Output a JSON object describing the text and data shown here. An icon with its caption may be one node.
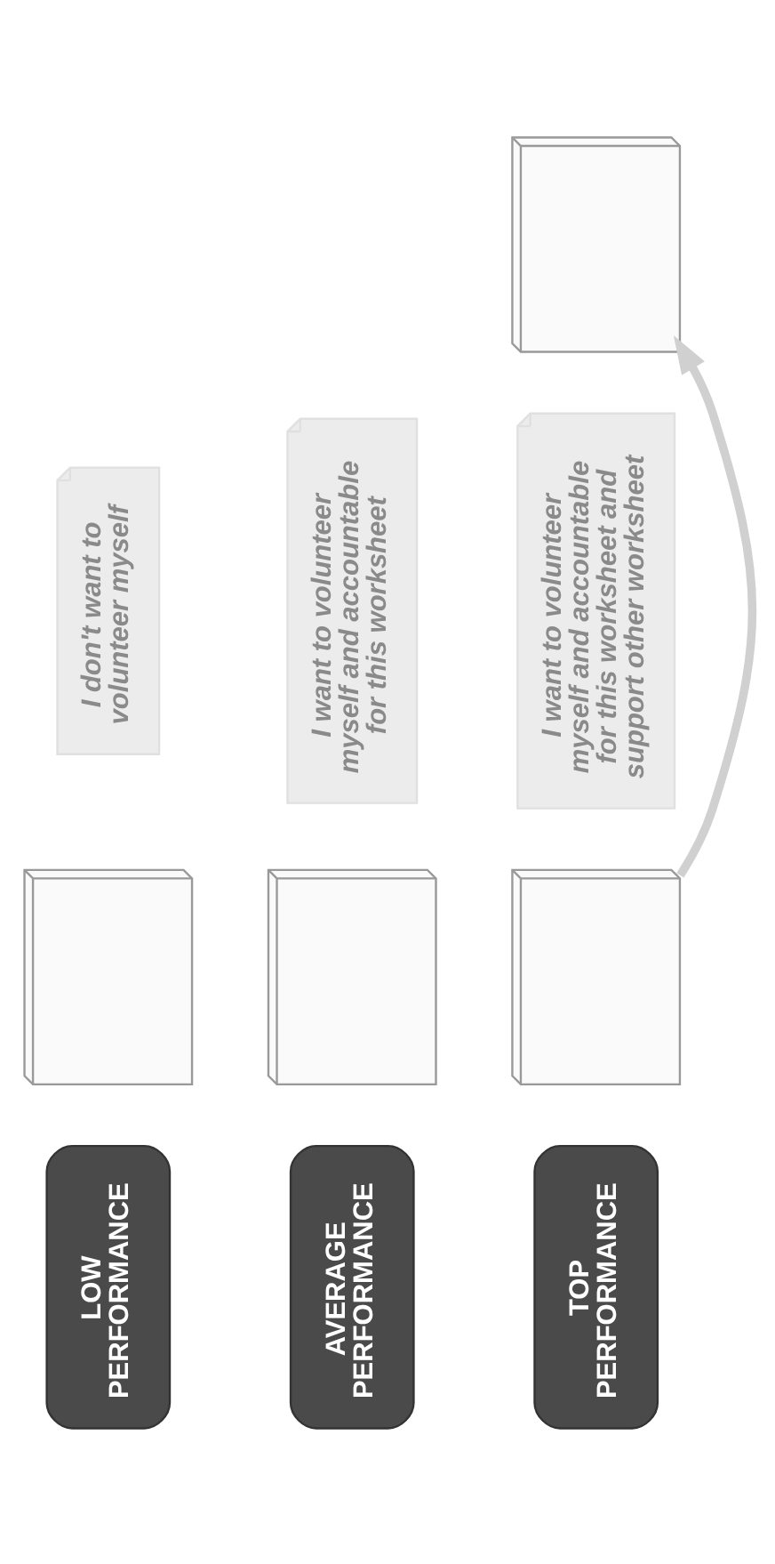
{
  "diagram": {
    "nodes": [
      {
        "text": [
          "TOP PERFORMANCE"
        ]
      },
      {
        "text": [],
        "shape": "picture"
      },
      {
        "text": [
          "I want to volunteer myself and accountable for this worksheet and support other worksheet"
        ]
      },
      {
        "text": [],
        "shape": "picture"
      },
      {
        "text": [
          "AVERAGE PERFORMANCE"
        ]
      },
      {
        "text": [],
        "shape": "picture"
      },
      {
        "text": [
          "I want to volunteer myself and accountable for this worksheet"
        ]
      },
      {
        "text": [
          "LOW PERFORMANCE"
        ]
      },
      {
        "text": [],
        "shape": "picture"
      },
      {
        "text": [
          "I don't want to volunteer myself"
        ]
      }
    ],
    "edges": [
      {
        "from": 1,
        "to": 3,
        "arrow": "to"
      }
    ]
  }
}
